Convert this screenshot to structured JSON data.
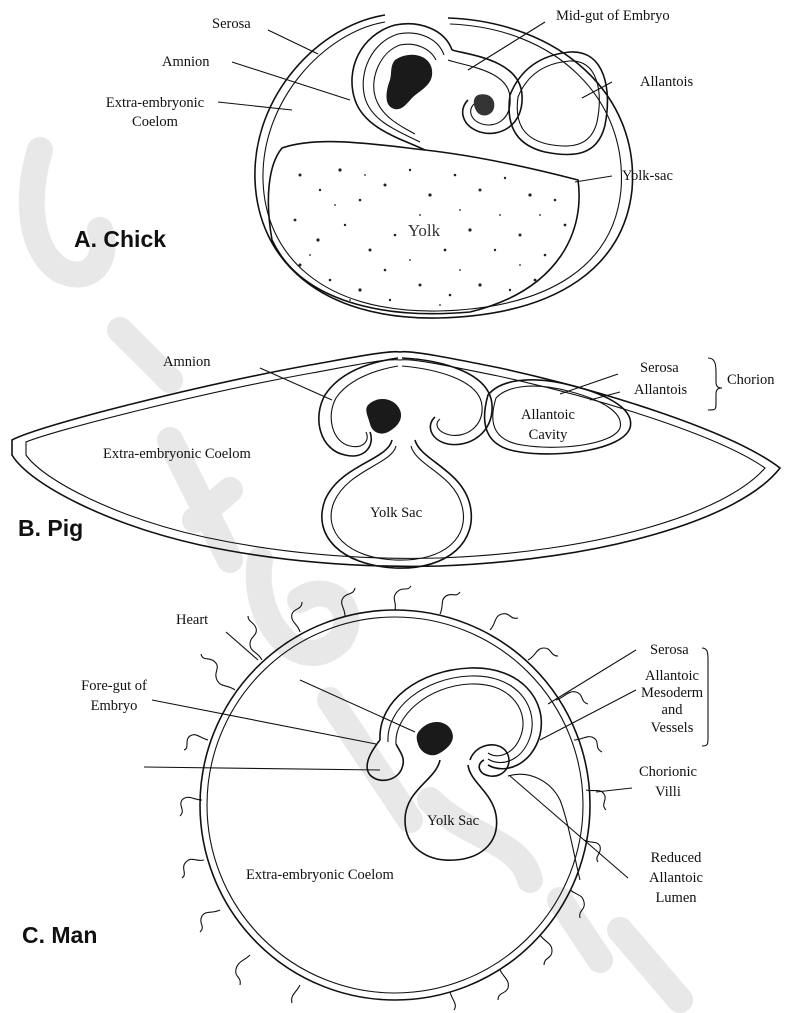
{
  "panels": {
    "chick": {
      "title": "A. Chick",
      "labels": {
        "serosa": "Serosa",
        "midgut": "Mid-gut of Embryo",
        "amnion": "Amnion",
        "allantois": "Allantois",
        "coelom_1": "Extra-embryonic",
        "coelom_2": "Coelom",
        "yolk_sac": "Yolk-sac",
        "yolk": "Yolk"
      }
    },
    "pig": {
      "title": "B. Pig",
      "labels": {
        "amnion": "Amnion",
        "serosa": "Serosa",
        "allantois": "Allantois",
        "chorion": "Chorion",
        "allantoic_cavity_1": "Allantoic",
        "allantoic_cavity_2": "Cavity",
        "coelom": "Extra-embryonic Coelom",
        "yolk_sac": "Yolk Sac"
      }
    },
    "man": {
      "title": "C. Man",
      "labels": {
        "heart": "Heart",
        "foregut_1": "Fore-gut of",
        "foregut_2": "Embryo",
        "serosa": "Serosa",
        "allantoic_mesoderm_1": "Allantoic",
        "allantoic_mesoderm_2": "Mesoderm",
        "allantoic_mesoderm_3": "and",
        "allantoic_mesoderm_4": "Vessels",
        "chorionic_villi_1": "Chorionic",
        "chorionic_villi_2": "Villi",
        "yolk_sac": "Yolk Sac",
        "coelom": "Extra-embryonic Coelom",
        "reduced_lumen_1": "Reduced",
        "reduced_lumen_2": "Allantoic",
        "reduced_lumen_3": "Lumen"
      }
    }
  },
  "colors": {
    "ink": "#111111",
    "watermark": "#e8e8e8",
    "background": "#ffffff"
  }
}
